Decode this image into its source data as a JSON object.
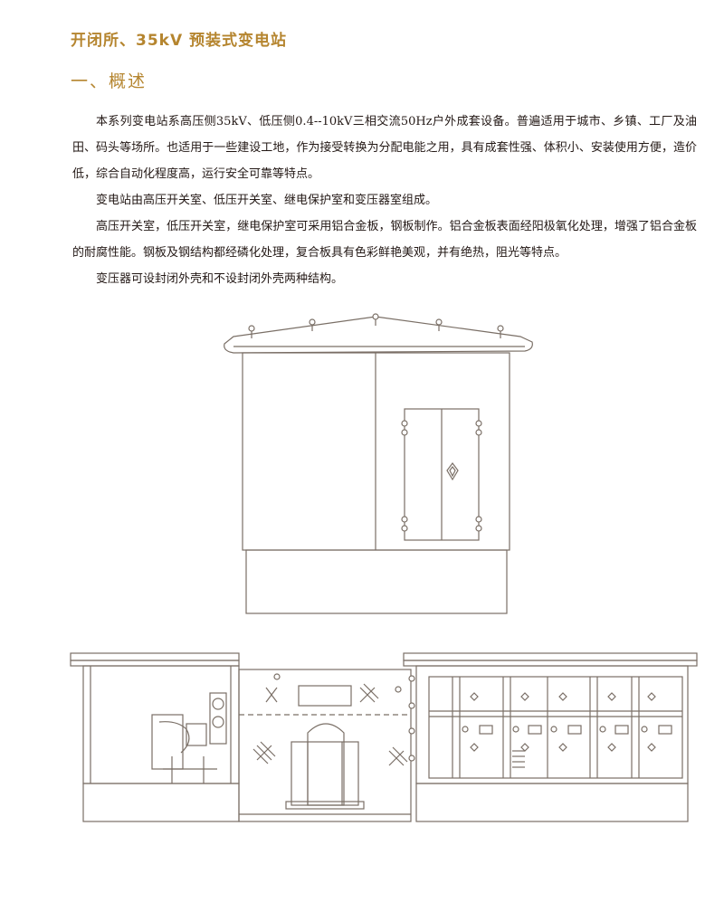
{
  "header": {
    "title": "开闭所、35kV 预装式变电站",
    "section_heading": "一、概述"
  },
  "paragraphs": [
    "本系列变电站系高压侧35kV、低压侧0.4--10kV三相交流50Hz户外成套设备。普遍适用于城市、乡镇、工厂及油田、码头等场所。也适用于一些建设工地，作为接受转换为分配电能之用，具有成套性强、体积小、安装使用方便，造价低，综合自动化程度高，运行安全可靠等特点。",
    "变电站由高压开关室、低压开关室、继电保护室和变压器室组成。",
    "高压开关室，低压开关室，继电保护室可采用铝合金板，钢板制作。铝合金板表面经阳极氧化处理，增强了铝合金板的耐腐性能。钢板及钢结构都经磷化处理，复合板具有色彩鲜艳美观，并有绝热，阻光等特点。",
    "变压器可设封闭外壳和不设封闭外壳两种结构。"
  ],
  "colors": {
    "accent": "#b5852f",
    "text": "#231815",
    "line": "#7a6f66"
  }
}
